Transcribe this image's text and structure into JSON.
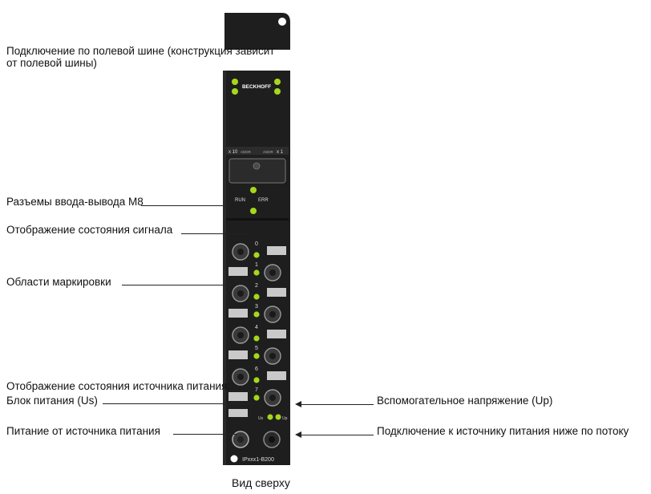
{
  "labels": {
    "fieldbus": "Подключение по полевой шине (конструкция зависит от полевой шины)",
    "fieldbus_line1": "Подключение по полевой шине (конструкция зависит",
    "fieldbus_line2": "от полевой шины)",
    "io_connectors": "Разъемы ввода-вывода M8",
    "signal_status": "Отображение состояния сигнала",
    "marking_areas": "Области маркировки",
    "power_status": "Отображение состояния источника питания:",
    "power_unit": "Блок питания (Us)",
    "aux_voltage": "Вспомогательное напряжение (Uр)",
    "power_supply": "Питание от источника питания",
    "downstream": "Подключение к источнику питания ниже по потоку",
    "top_view": "Вид сверху"
  },
  "device": {
    "brand": "BECKHOFF",
    "model": "IPxxx1-B200",
    "run_label": "RUN",
    "err_label": "ERR",
    "addr_left": "x 10",
    "addr_right": "x 1",
    "addr_small_left": "ADDR",
    "addr_small_right": "ADDR",
    "us_label": "Us",
    "up_label": "Up",
    "channels": [
      "0",
      "1",
      "2",
      "3",
      "4",
      "5",
      "6",
      "7"
    ],
    "colors": {
      "housing": "#1e1e1e",
      "housing_dark": "#151515",
      "led_green": "#a6d61e",
      "marking": "#c9c9c9",
      "connector": "#3a3a3a"
    }
  }
}
